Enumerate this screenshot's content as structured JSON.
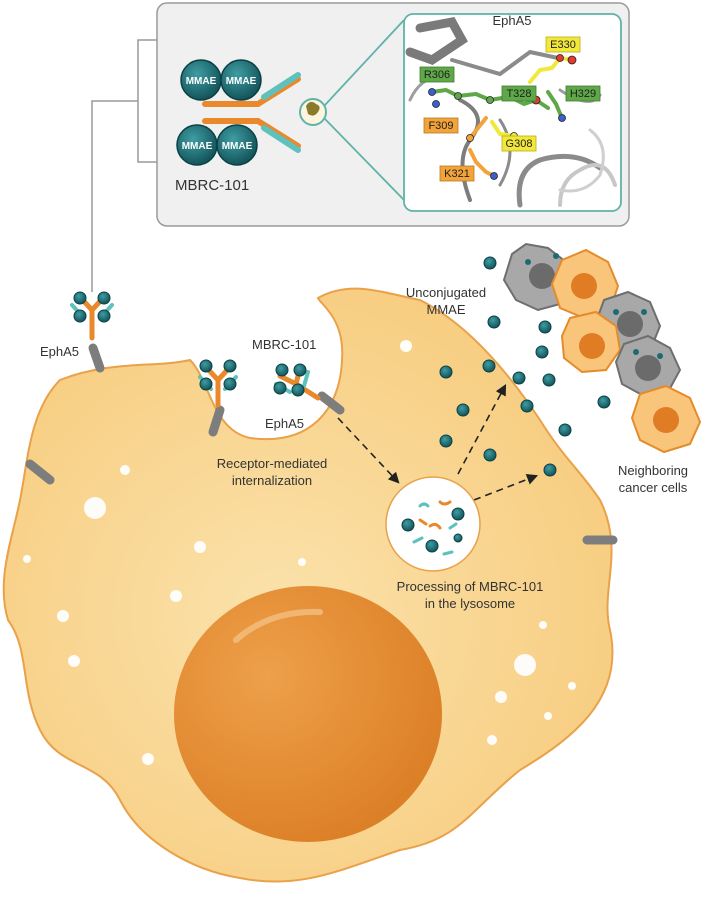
{
  "labels": {
    "inset_title": "EphA5",
    "adc_name": "MBRC-101",
    "mmae_tag": "MMAE",
    "receptor_left": "EphA5",
    "adc_pocket": "MBRC-101",
    "receptor_pocket": "EphA5",
    "internalization": [
      "Receptor-mediated",
      "internalization"
    ],
    "unconjugated": [
      "Unconjugated",
      "MMAE"
    ],
    "lysosome": [
      "Processing of MBRC-101",
      "in the lysosome"
    ],
    "neighbors": [
      "Neighboring",
      "cancer cells"
    ]
  },
  "residues": [
    {
      "name": "E330",
      "color": "#f2e83a"
    },
    {
      "name": "R306",
      "color": "#5ea84a"
    },
    {
      "name": "T328",
      "color": "#5ea84a"
    },
    {
      "name": "H329",
      "color": "#5ea84a"
    },
    {
      "name": "F309",
      "color": "#f2a33a"
    },
    {
      "name": "G308",
      "color": "#f2e83a"
    },
    {
      "name": "K321",
      "color": "#f2a33a"
    }
  ],
  "colors": {
    "cell_fill": "#f9d58e",
    "cell_edge": "#e9a14a",
    "nucleus": "#e08a2c",
    "mmae": "#1d6b70",
    "antibody_orange": "#e9892b",
    "antibody_teal": "#5fc1bd",
    "receptor": "#8c8c8c"
  }
}
